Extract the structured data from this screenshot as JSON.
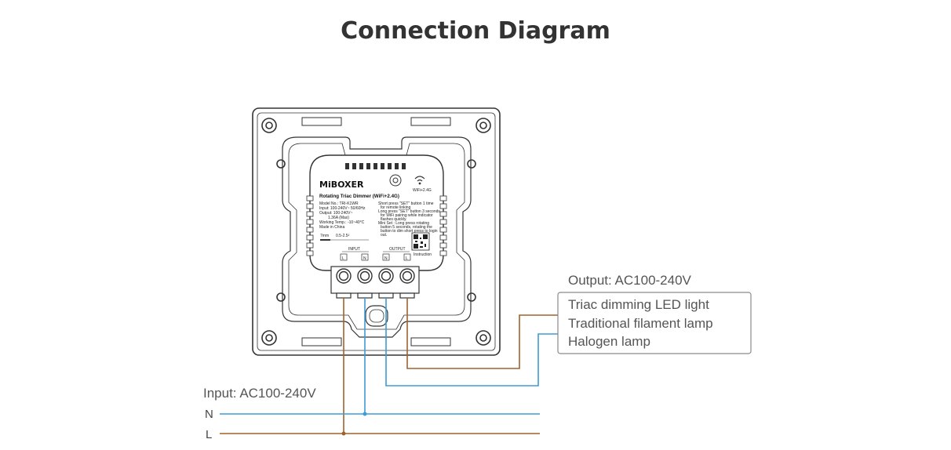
{
  "title": "Connection Diagram",
  "device": {
    "brand": "MiBOXER",
    "product": "Rotating Triac Dimmer (WiFi+2.4G)",
    "specs": [
      "Model No.: TRI-K1WR",
      "Input: 100-240V~ 50/60Hz",
      "Output: 100-240V~",
      "1.36A (Max)",
      "Working Temp.: -10~40°C",
      "Made in China"
    ],
    "notes": [
      "Short press \"SET\" button 1 time",
      "for remote linking",
      "Long press \"SET\" button 3 seconds",
      "for WiFi pairing while indicator",
      "flashes quickly.",
      "Mini Set : Long press rotating",
      "button 5 seconds, rotating the",
      "button to dim short press to login",
      "out."
    ],
    "wifi_label": "WiFi+2.4G",
    "strip_length": "7mm",
    "wire_gauge": "0.5-2.5²",
    "instruction_label": "Instruction",
    "input_group": "INPUT",
    "output_group": "OUTPUT",
    "terminals": [
      "L",
      "N",
      "N",
      "L"
    ]
  },
  "output": {
    "label": "Output: AC100-240V",
    "loads": [
      "Triac dimming LED light",
      "Traditional filament lamp",
      "Halogen lamp"
    ]
  },
  "input": {
    "label": "Input: AC100-240V",
    "lines": [
      "N",
      "L"
    ]
  },
  "colors": {
    "brown_wire": "#a0622d",
    "blue_wire": "#3d9bd6",
    "text": "#555555",
    "title": "#333333"
  }
}
